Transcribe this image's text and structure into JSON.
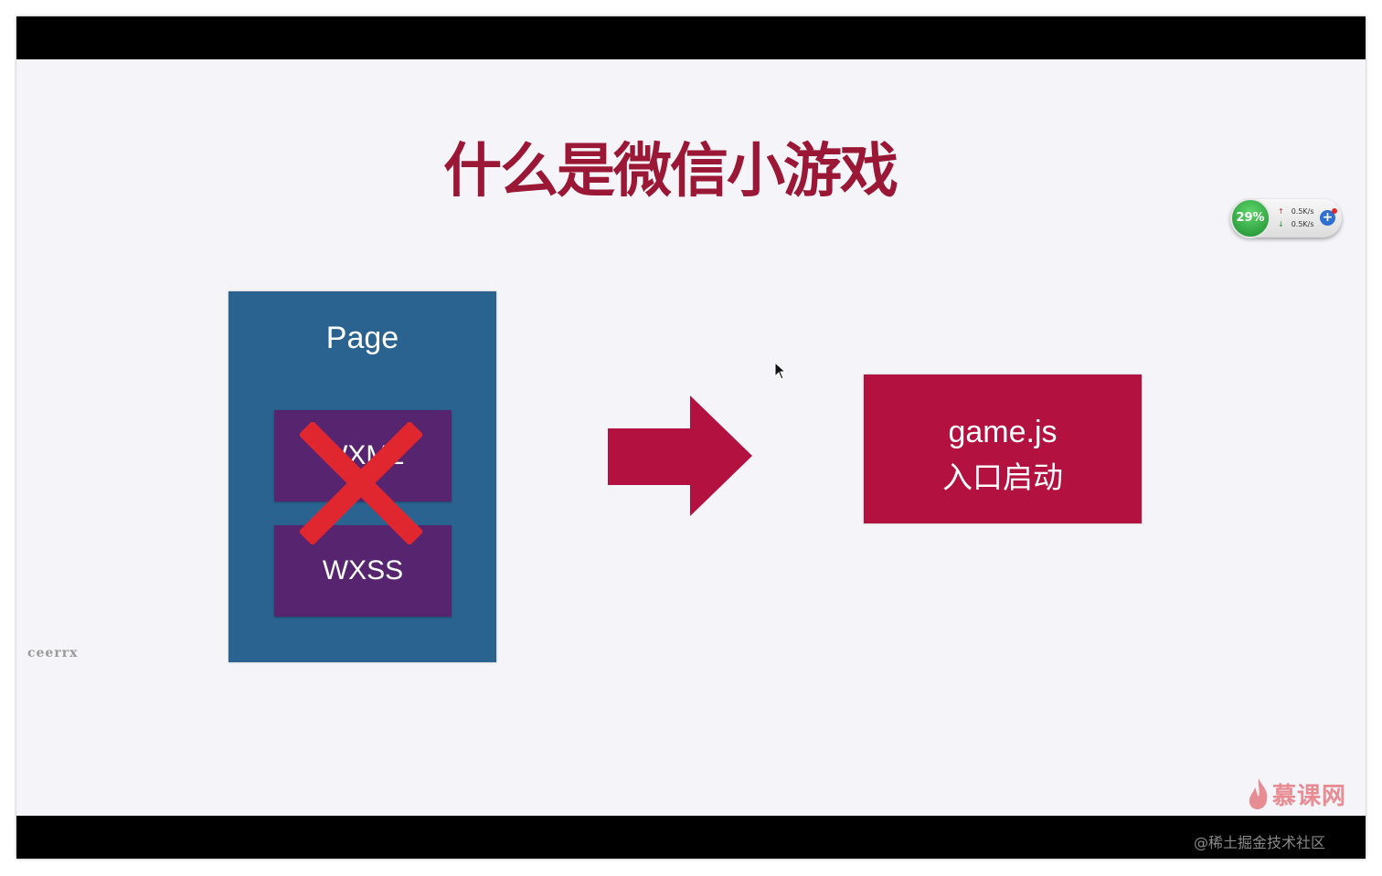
{
  "slide": {
    "title": "什么是微信小游戏"
  },
  "net_widget": {
    "cpu_percent": "29%",
    "upload_speed": "0.5K/s",
    "download_speed": "0.5K/s",
    "add_label": "+"
  },
  "diagram": {
    "page_label": "Page",
    "wxml_label": "WXML",
    "wxss_label": "WXSS",
    "game_line1": "game.js",
    "game_line2": "入口启动"
  },
  "watermarks": {
    "left": "ceerrx",
    "brand": "慕课网",
    "juejin": "@稀土掘金技术社区"
  },
  "colors": {
    "title": "#9a1736",
    "page_box": "#2a6390",
    "inner_box": "#57256f",
    "cross": "#e0262e",
    "arrow": "#b3113f",
    "game_box": "#b3113f"
  }
}
